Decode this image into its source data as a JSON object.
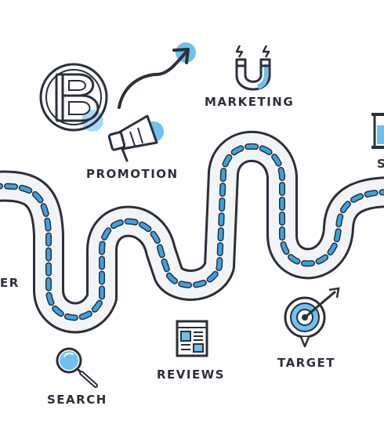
{
  "labels": {
    "marketing": "MARKETING",
    "promotion": "PROMOTION",
    "partial_right": "S",
    "partial_left": "ER",
    "reviews": "REVIEWS",
    "target": "TARGET",
    "search": "SEARCH"
  },
  "logo_letter": "B",
  "colors": {
    "ink": "#2b2f3a",
    "accent": "#3aa3e3",
    "accent_light": "#a9d8f5",
    "road_fill": "#f3f4f6"
  },
  "icons": [
    "logo-b-icon",
    "arrow-up-icon",
    "megaphone-icon",
    "magnet-icon",
    "hourglass-icon",
    "magnifier-icon",
    "newspaper-icon",
    "target-icon"
  ]
}
